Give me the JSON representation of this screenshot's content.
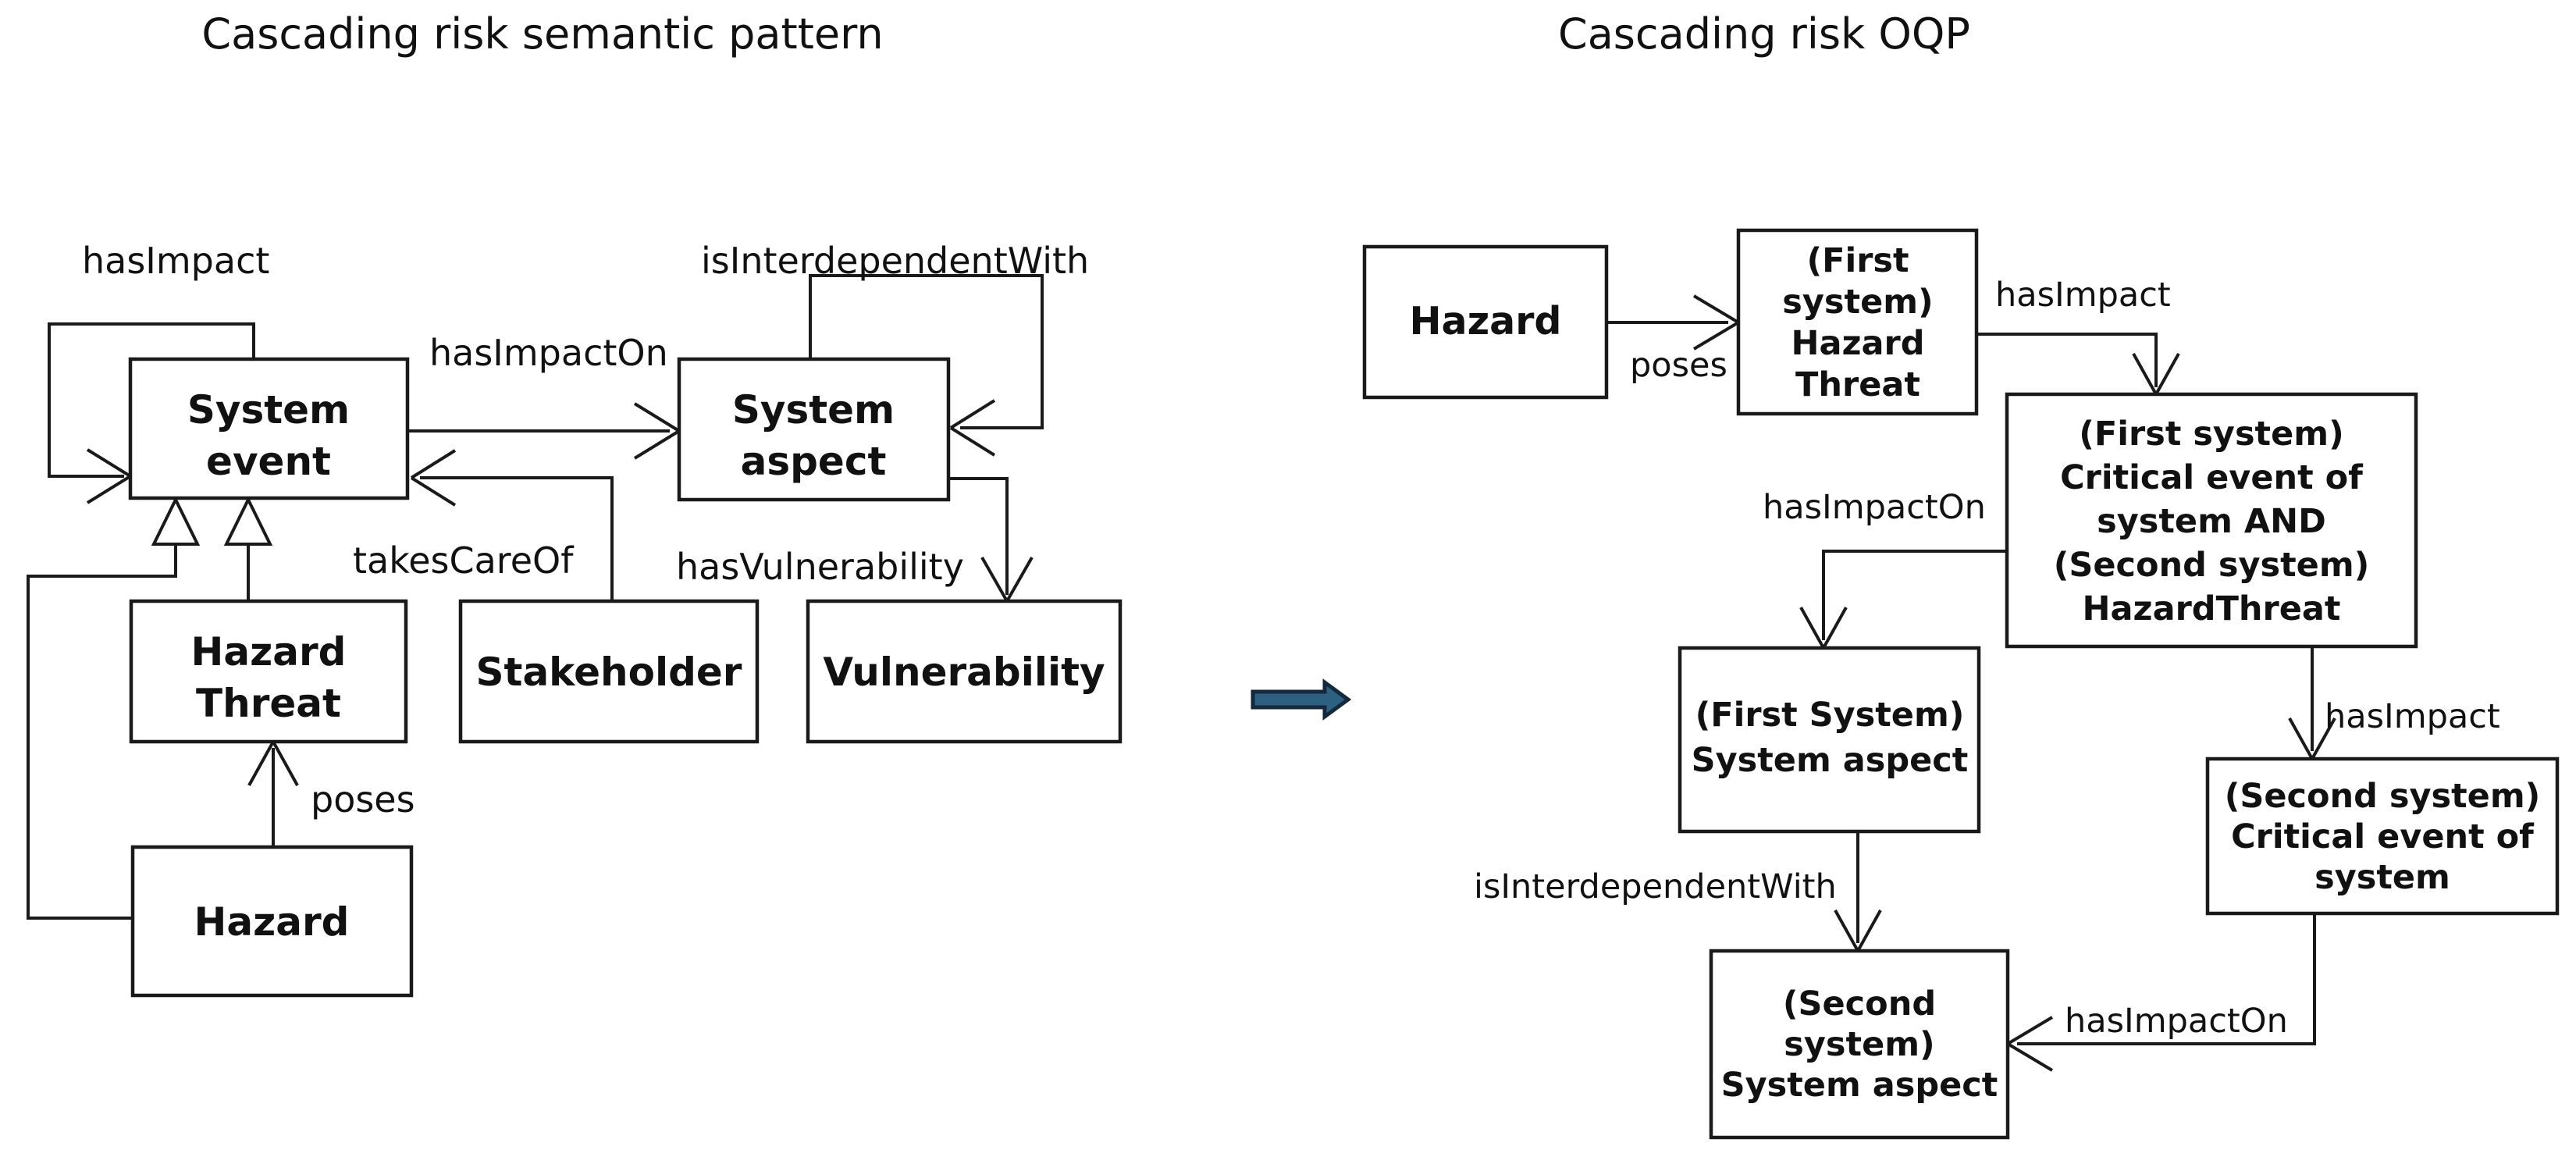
{
  "colors": {
    "ink": "#1a1a1a",
    "background": "#ffffff",
    "transform_arrow_fill": "#2e607f",
    "transform_arrow_stroke": "#14293c"
  },
  "left_diagram": {
    "title": "Cascading risk semantic pattern",
    "boxes": {
      "system_event": {
        "lines": [
          "System",
          "event"
        ]
      },
      "system_aspect": {
        "lines": [
          "System",
          "aspect"
        ]
      },
      "hazard_threat": {
        "lines": [
          "Hazard",
          "Threat"
        ]
      },
      "stakeholder": {
        "label": "Stakeholder"
      },
      "vulnerability": {
        "label": "Vulnerability"
      },
      "hazard": {
        "label": "Hazard"
      }
    },
    "relations": {
      "has_impact": "hasImpact",
      "has_impact_on": "hasImpactOn",
      "is_interdependent_with": "isInterdependentWith",
      "takes_care_of": "takesCareOf",
      "has_vulnerability": "hasVulnerability",
      "poses": "poses"
    }
  },
  "right_diagram": {
    "title": "Cascading risk OQP",
    "boxes": {
      "hazard": {
        "label": "Hazard"
      },
      "first_hazard_threat": {
        "lines": [
          "(First",
          "system)",
          "Hazard",
          "Threat"
        ]
      },
      "first_critical_event": {
        "lines": [
          "(First system)",
          "Critical event of",
          "system AND",
          "(Second system)",
          "HazardThreat"
        ]
      },
      "first_system_aspect": {
        "lines": [
          "(First System)",
          "System aspect"
        ]
      },
      "second_critical_event": {
        "lines": [
          "(Second system)",
          "Critical event of",
          "system"
        ]
      },
      "second_system_aspect": {
        "lines": [
          "(Second",
          "system)",
          "System aspect"
        ]
      }
    },
    "relations": {
      "poses": "poses",
      "has_impact_top": "hasImpact",
      "has_impact_on_mid": "hasImpactOn",
      "has_impact_right": "hasImpact",
      "is_interdependent_with": "isInterdependentWith",
      "has_impact_on_bottom": "hasImpactOn"
    }
  }
}
